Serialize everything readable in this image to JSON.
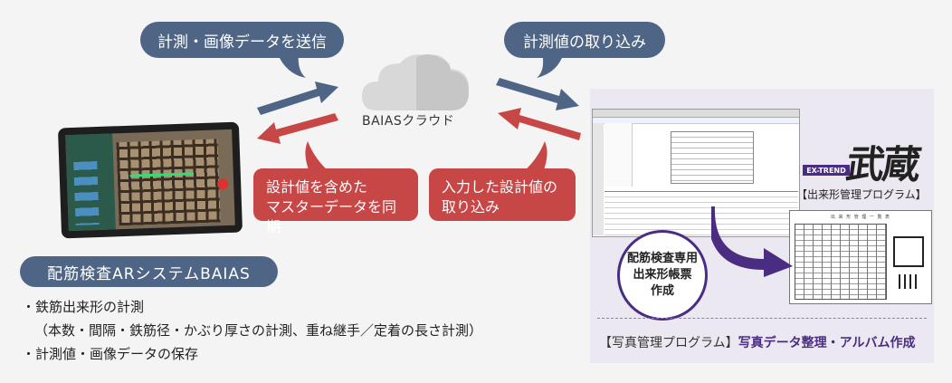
{
  "bubbles": {
    "send": "計測・画像データを送信",
    "import": "計測値の取り込み",
    "master": [
      "設計値を含めた",
      "マスターデータを同期"
    ],
    "input": [
      "入力した設計値の",
      "取り込み"
    ]
  },
  "cloud_label": "BAIASクラウド",
  "system": {
    "title": "配筋検査ARシステムBAIAS",
    "bullets": [
      "・鉄筋出来形の計測",
      "（本数・間隔・鉄筋径・かぶり厚さの計測、重ね継手／定着の長さ計測）",
      "・計測値・画像データの保存"
    ]
  },
  "right": {
    "logo_text": "武蔵",
    "logo_tag": "EX-TREND",
    "program_label": "【出来形管理プログラム】",
    "circle_lines": [
      "配筋検査専用",
      "出来形帳票",
      "作成"
    ],
    "bottom_a": "【写真管理プログラム】",
    "bottom_b": "写真データ整理・アルバム作成",
    "form_title": "出 来 形 管 理 一 覧 表"
  },
  "colors": {
    "blue": "#4f6585",
    "red": "#c74646",
    "purple": "#4a2d82",
    "panel": "#ece8f1"
  }
}
